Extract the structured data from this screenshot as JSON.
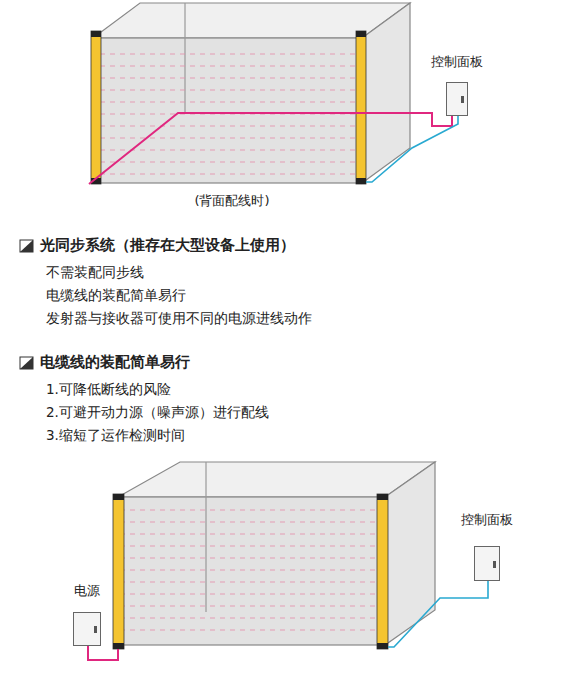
{
  "diagram": {
    "nodes": [
      {
        "text": [
          "控制面板"
        ]
      },
      {
        "text": [
          "控制面板"
        ]
      },
      {
        "text": [
          "电源"
        ]
      }
    ],
    "labels": [
      "(背面配线时)",
      "光同步系统（推存在大型设备上使用）",
      "不需装配同步线",
      "电缆线的装配简单易行",
      "发射器与接收器可使用不同的电源进线动作",
      "电缆线的装配简单易行",
      "1.可降低断线的风险",
      "2.可避开动力源（噪声源）进行配线",
      "3.缩短了运作检测时间"
    ]
  }
}
